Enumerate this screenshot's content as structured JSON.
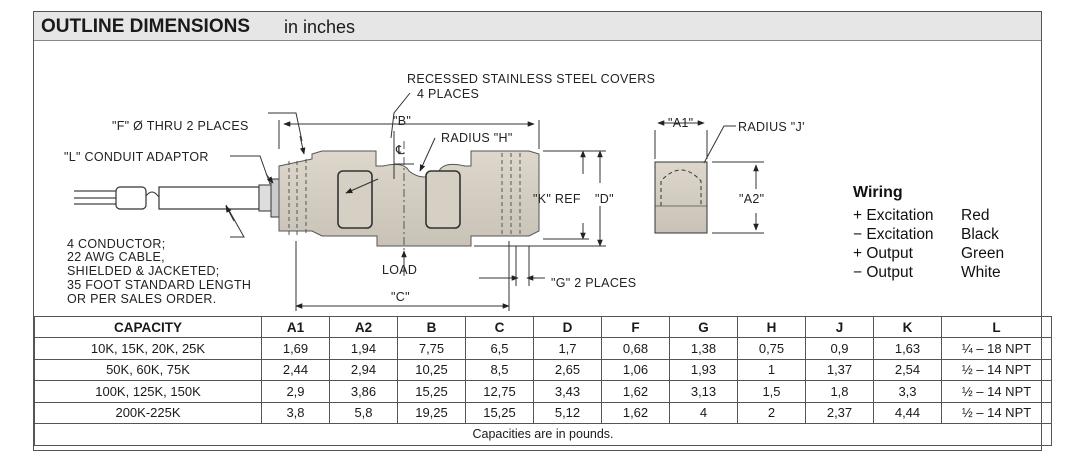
{
  "header": {
    "title": "OUTLINE DIMENSIONS",
    "subtitle": "in inches"
  },
  "diagram": {
    "labels": {
      "covers_1": "RECESSED STAINLESS STEEL COVERS",
      "covers_2": "4 PLACES",
      "f_thru": "\"F\" Ø THRU 2 PLACES",
      "l_conduit": "\"L\" CONDUIT ADAPTOR",
      "b": "\"B\"",
      "centerline": "℄",
      "radius_h": "RADIUS \"H\"",
      "k_ref": "\"K\" REF",
      "d": "\"D\"",
      "cable_1": "4 CONDUCTOR;",
      "cable_2": "22 AWG CABLE,",
      "cable_3": "SHIELDED & JACKETED;",
      "cable_4": "35 FOOT STANDARD LENGTH",
      "cable_5": "OR PER SALES ORDER.",
      "load": "LOAD",
      "c": "\"C\"",
      "g": "\"G\" 2 PLACES",
      "a1": "\"A1\"",
      "radius_j": "RADIUS \"J'",
      "a2": "\"A2\""
    }
  },
  "wiring": {
    "title": "Wiring",
    "rows": [
      {
        "signal": "+ Excitation",
        "color": "Red"
      },
      {
        "signal": "− Excitation",
        "color": "Black"
      },
      {
        "signal": "+ Output",
        "color": "Green"
      },
      {
        "signal": "− Output",
        "color": "White"
      }
    ]
  },
  "table": {
    "headers": [
      "CAPACITY",
      "A1",
      "A2",
      "B",
      "C",
      "D",
      "F",
      "G",
      "H",
      "J",
      "K",
      "L"
    ],
    "rows": [
      [
        "10K, 15K, 20K, 25K",
        "1,69",
        "1,94",
        "7,75",
        "6,5",
        "1,7",
        "0,68",
        "1,38",
        "0,75",
        "0,9",
        "1,63",
        "¼ – 18 NPT"
      ],
      [
        "50K, 60K, 75K",
        "2,44",
        "2,94",
        "10,25",
        "8,5",
        "2,65",
        "1,06",
        "1,93",
        "1",
        "1,37",
        "2,54",
        "½ – 14 NPT"
      ],
      [
        "100K, 125K, 150K",
        "2,9",
        "3,86",
        "15,25",
        "12,75",
        "3,43",
        "1,62",
        "3,13",
        "1,5",
        "1,8",
        "3,3",
        "½ – 14 NPT"
      ],
      [
        "200K-225K",
        "3,8",
        "5,8",
        "19,25",
        "15,25",
        "5,12",
        "1,62",
        "4",
        "2",
        "2,37",
        "4,44",
        "½ – 14 NPT"
      ]
    ],
    "footnote": "Capacities are in pounds."
  }
}
